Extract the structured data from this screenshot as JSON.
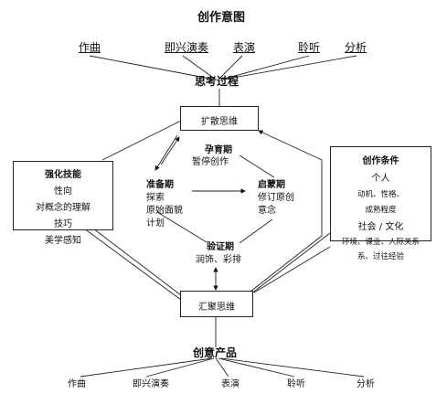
{
  "title": "创作意图",
  "top_items": [
    "作曲",
    "即兴演奏",
    "表演",
    "聆听",
    "分析"
  ],
  "thinking_process": "思考过程",
  "divergent": "扩散思维",
  "convergent": "汇聚思维",
  "incubation": {
    "label": "孕育期",
    "desc": "暂停创作"
  },
  "preparation": {
    "label": "准备期",
    "lines": [
      "探索",
      "原始面貌",
      "计划"
    ]
  },
  "illumination": {
    "label": "启蒙期",
    "lines": [
      "修订原创",
      "意念"
    ]
  },
  "verification": {
    "label": "验证期",
    "desc": "润饰、彩排"
  },
  "enabling_skills": {
    "title": "强化技能",
    "lines": [
      "性向",
      "对概念的理解",
      "技巧",
      "美学感知"
    ]
  },
  "conditions": {
    "title": "创作条件",
    "lines": [
      "个人",
      "动机、性格、",
      "成熟程度",
      "社会 / 文化",
      "环境、课业、人际关系",
      "系、过往经验"
    ]
  },
  "product": "创意产品",
  "bottom_items": [
    "作曲",
    "即兴演奏",
    "表演",
    "聆听",
    "分析"
  ]
}
